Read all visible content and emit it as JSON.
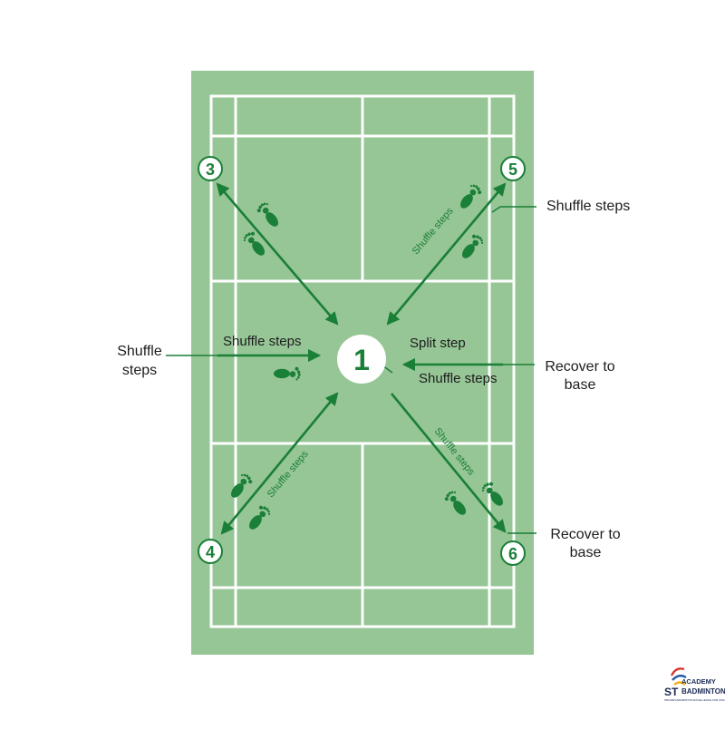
{
  "colors": {
    "court": "#96c596",
    "line": "#ffffff",
    "accent": "#1a7f37",
    "text": "#1d1d1d",
    "footprint": "#1a7f37",
    "logo_red": "#d9342b",
    "logo_blue": "#1f5aa6",
    "logo_yellow": "#f2b317",
    "logo_navy": "#1b2a55"
  },
  "diagram": {
    "center_number": "1",
    "corners": {
      "c3": "3",
      "c4": "4",
      "c5": "5",
      "c6": "6"
    },
    "labels": {
      "split_step": "Split step",
      "shuffle_center_left": "Shuffle steps",
      "shuffle_center_right": "Shuffle steps",
      "shuffle_diag_top_right": "Shuffle steps",
      "shuffle_diag_bottom_left": "Shuffle steps",
      "shuffle_diag_bottom_right": "Shuffle steps"
    },
    "callouts": {
      "left_line1": "Shuffle",
      "left_line2": "steps",
      "right_top": "Shuffle steps",
      "right_mid_line1": "Recover to",
      "right_mid_line2": "base",
      "right_bottom_line1": "Recover to",
      "right_bottom_line2": "base"
    },
    "footprint_icon": "footprint-icon"
  },
  "logo": {
    "line_top": "ACADEMY",
    "brand_st": "ST",
    "brand_name": "BADMINTON",
    "tagline": "PROVEN BADMINTON EXCELLENCE FOR ASIA"
  }
}
